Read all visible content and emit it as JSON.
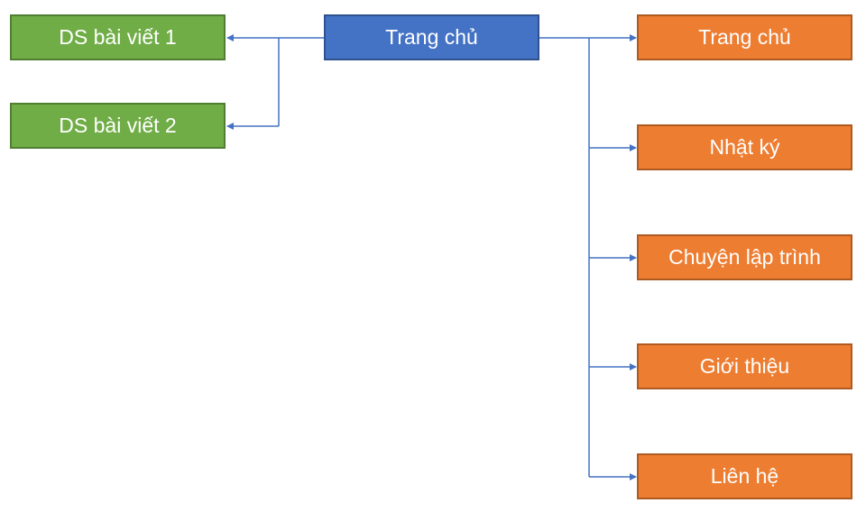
{
  "diagram": {
    "root": {
      "label": "Trang chủ"
    },
    "left_children": [
      {
        "label": "DS bài viết 1"
      },
      {
        "label": "DS bài viết 2"
      }
    ],
    "right_children": [
      {
        "label": "Trang chủ"
      },
      {
        "label": "Nhật ký"
      },
      {
        "label": "Chuyện lập trình"
      },
      {
        "label": "Giới thiệu"
      },
      {
        "label": "Liên hệ"
      }
    ]
  },
  "colors": {
    "root_fill": "#4472c4",
    "left_fill": "#70ad47",
    "right_fill": "#ed7d31",
    "connector": "#4472c4"
  }
}
